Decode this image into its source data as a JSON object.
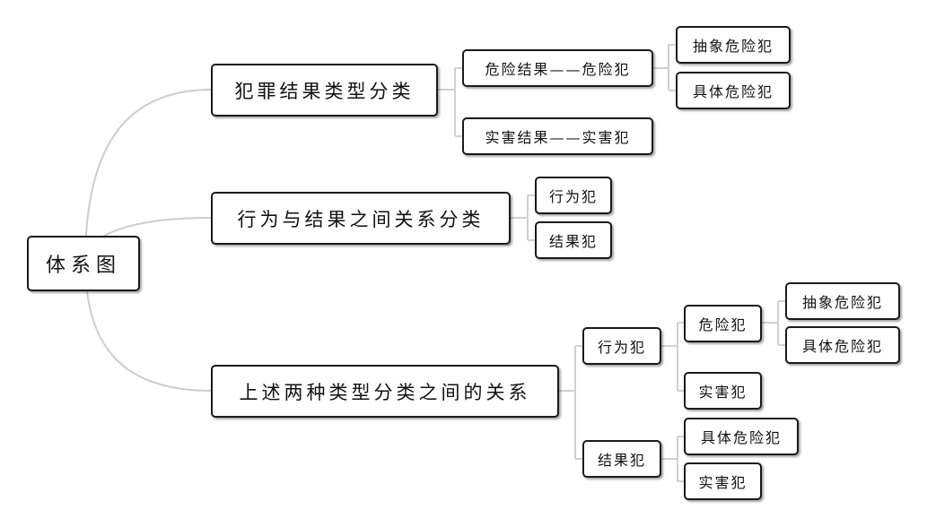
{
  "colors": {
    "curve": "#cccccc",
    "bracket": "#d0d0d0",
    "border": "#1a1a1a"
  },
  "root": {
    "label": "体系图"
  },
  "branches": [
    {
      "label": "犯罪结果类型分类",
      "children": [
        {
          "label": "危险结果——危险犯",
          "children": [
            "抽象危险犯",
            "具体危险犯"
          ]
        },
        {
          "label": "实害结果——实害犯",
          "children": []
        }
      ]
    },
    {
      "label": "行为与结果之间关系分类",
      "children": [
        {
          "label": "行为犯",
          "children": []
        },
        {
          "label": "结果犯",
          "children": []
        }
      ]
    },
    {
      "label": "上述两种类型分类之间的关系",
      "children": [
        {
          "label": "行为犯",
          "children": [
            {
              "label": "危险犯",
              "children": [
                "抽象危险犯",
                "具体危险犯"
              ]
            },
            {
              "label": "实害犯",
              "children": []
            }
          ]
        },
        {
          "label": "结果犯",
          "children": [
            {
              "label": "具体危险犯",
              "children": []
            },
            {
              "label": "实害犯",
              "children": []
            }
          ]
        }
      ]
    }
  ]
}
